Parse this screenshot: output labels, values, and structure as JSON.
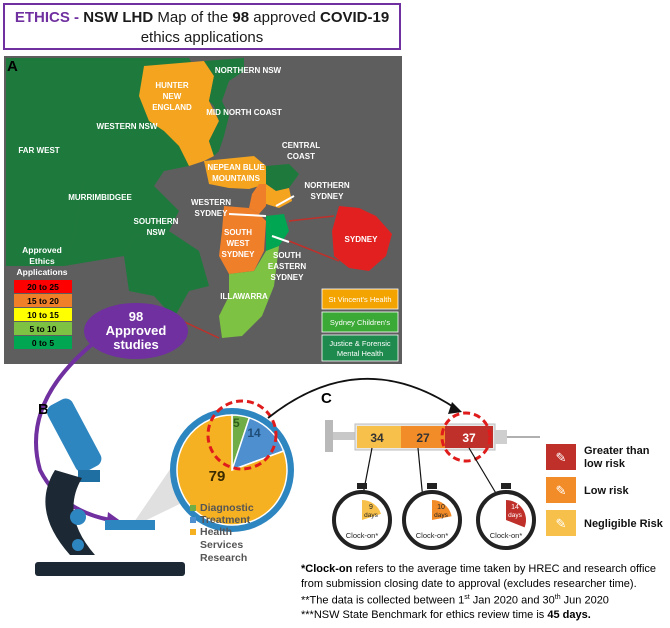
{
  "title": {
    "line1_prefix": "ETHICS",
    "line1_dash": " - ",
    "line1_a": "NSW LHD",
    "line1_b": " Map of the ",
    "count": "98",
    "line1_c": " approved ",
    "covid": "COVID-19",
    "line2": "ethics applications"
  },
  "panels": {
    "a": "A",
    "b": "B",
    "c": "C"
  },
  "map": {
    "regions": {
      "northern_nsw": "NORTHERN NSW",
      "hunter_1": "HUNTER",
      "hunter_2": "NEW",
      "hunter_3": "ENGLAND",
      "mid_north_coast": "MID NORTH COAST",
      "western_nsw": "WESTERN NSW",
      "far_west": "FAR WEST",
      "central_coast_1": "CENTRAL",
      "central_coast_2": "COAST",
      "nepean_1": "NEPEAN BLUE",
      "nepean_2": "MOUNTAINS",
      "northern_sydney_1": "NORTHERN",
      "northern_sydney_2": "SYDNEY",
      "murrumbidgee": "MURRIMBIDGEE",
      "western_sydney_1": "WESTERN",
      "western_sydney_2": "SYDNEY",
      "southern_nsw_1": "SOUTHERN",
      "southern_nsw_2": "NSW",
      "sw_sydney_1": "SOUTH",
      "sw_sydney_2": "WEST",
      "sw_sydney_3": "SYDNEY",
      "sydney": "SYDNEY",
      "se_sydney_1": "SOUTH",
      "se_sydney_2": "EASTERN",
      "se_sydney_3": "SYDNEY",
      "illawarra": "ILLAWARRA"
    },
    "legend": {
      "title_1": "Approved",
      "title_2": "Ethics",
      "title_3": "Applications",
      "bands": [
        {
          "label": "20 to 25",
          "color": "#ff0000"
        },
        {
          "label": "15 to 20",
          "color": "#f07f2a"
        },
        {
          "label": "10 to 15",
          "color": "#ffff00"
        },
        {
          "label": "5 to 10",
          "color": "#7dc242"
        },
        {
          "label": "0 to 5",
          "color": "#00a651"
        }
      ]
    },
    "networks": [
      {
        "label": "St Vincent's Health",
        "color": "#f4a400"
      },
      {
        "label": "Sydney Children's",
        "color": "#3aa935"
      },
      {
        "label_1": "Justice & Forensic",
        "label_2": "Mental Health",
        "color": "#1e8a4e"
      }
    ],
    "bubble_1": "98",
    "bubble_2": "Approved",
    "bubble_3": "studies"
  },
  "pie": {
    "slices": [
      {
        "name": "Diagnostic",
        "value": 5,
        "color": "#70ad47"
      },
      {
        "name": "Treatment",
        "value": 14,
        "color": "#4e8fd0"
      },
      {
        "name": "Health Services Research",
        "value": 79,
        "color": "#f5b122"
      }
    ],
    "labels": {
      "diag": "5",
      "treat": "14",
      "hsr": "79"
    },
    "legend_1": "Diagnostic",
    "legend_2": "Treatment",
    "legend_3a": "Health",
    "legend_3b": "Services",
    "legend_3c": "Research"
  },
  "syringe": {
    "values": [
      "34",
      "27",
      "37"
    ],
    "timers": [
      {
        "days": "9",
        "unit": "days",
        "label": "Clock-on*",
        "fraction": 0.2
      },
      {
        "days": "10",
        "unit": "days",
        "label": "Clock-on*",
        "fraction": 0.22
      },
      {
        "days": "14",
        "unit": "days",
        "label": "Clock-on*",
        "fraction": 0.31
      }
    ],
    "colors": {
      "low": "#f7c04a",
      "mid": "#f28c28",
      "high": "#c0302a"
    }
  },
  "risk_legend": {
    "high_1": "Greater than",
    "high_2": "low risk",
    "low": "Low risk",
    "negligible": "Negligible Risk"
  },
  "footnotes": {
    "l1_bold": "*Clock-on",
    "l1_rest": " refers to the average time taken by HREC and research office",
    "l2": "from submission closing date to approval (excludes researcher time).",
    "l3_a": "**The data is collected between 1",
    "l3_sup1": "st",
    "l3_b": " Jan 2020 and 30",
    "l3_sup2": "th",
    "l3_c": " Jun 2020",
    "l4_a": "***NSW State Benchmark for ethics review time is ",
    "l4_bold": "45 days."
  }
}
